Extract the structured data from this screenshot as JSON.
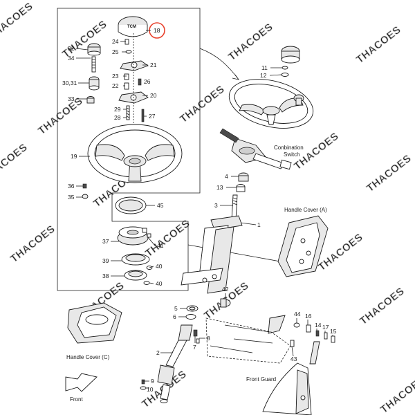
{
  "watermark": "THACOES",
  "highlight_color": "#e8412c",
  "highlighted_callout": "18",
  "hub_cap_text": "TCM",
  "labels": {
    "combination_switch_line1": "Conbination",
    "combination_switch_line2": "Switch",
    "handle_cover_a": "Handle Cover (A)",
    "handle_cover_c": "Handle Cover (C)",
    "front_guard": "Front Guard",
    "front": "Front"
  },
  "callouts": {
    "c1": "1",
    "c2": "2",
    "c3": "3",
    "c4": "4",
    "c5": "5",
    "c6": "6",
    "c7": "7",
    "c8": "8",
    "c9": "9",
    "c10": "10",
    "c11": "11",
    "c12": "12",
    "c13": "13",
    "c14": "14",
    "c15": "15",
    "c16": "16",
    "c17": "17",
    "c18": "18",
    "c19": "19",
    "c20": "20",
    "c21": "21",
    "c22": "22",
    "c23": "23",
    "c24": "24",
    "c25": "25",
    "c26": "26",
    "c27": "27",
    "c28": "28",
    "c29": "29",
    "c30_31": "30,31",
    "c32": "32",
    "c33": "33",
    "c34": "34",
    "c35": "35",
    "c36": "36",
    "c37": "37",
    "c38": "38",
    "c39": "39",
    "c40a": "40",
    "c40b": "40",
    "c41": "41",
    "c42": "42",
    "c43": "43",
    "c44": "44",
    "c45": "45"
  }
}
